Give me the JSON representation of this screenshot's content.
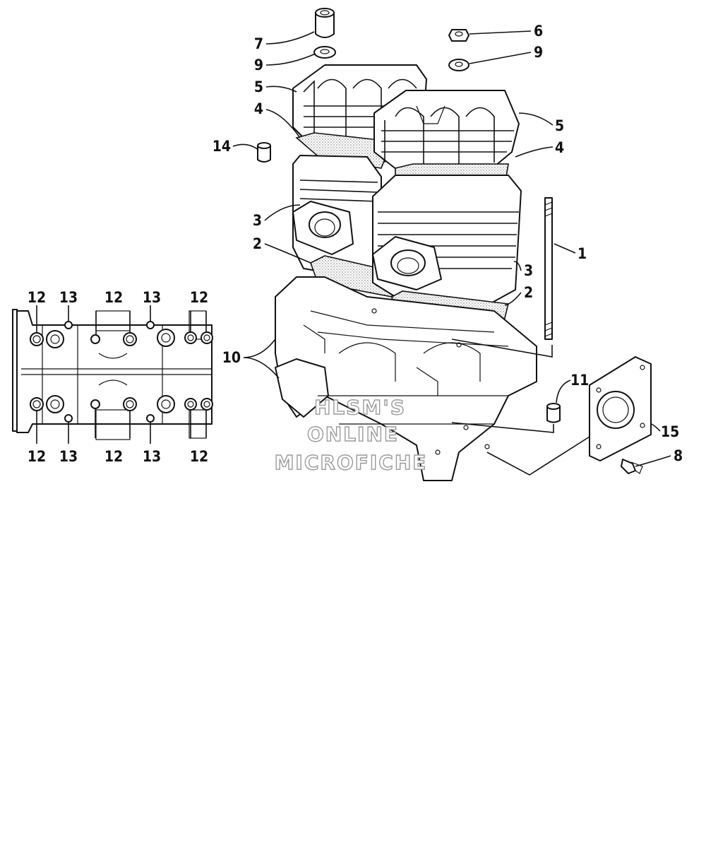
{
  "callouts": {
    "c1": "1",
    "c2a": "2",
    "c2b": "2",
    "c3a": "3",
    "c3b": "3",
    "c4a": "4",
    "c4b": "4",
    "c5a": "5",
    "c5b": "5",
    "c6": "6",
    "c7": "7",
    "c8": "8",
    "c9a": "9",
    "c9b": "9",
    "c10": "10",
    "c11": "11",
    "c14": "14",
    "c15": "15"
  },
  "inset_callouts": {
    "top": [
      "12",
      "13",
      "12",
      "13",
      "12"
    ],
    "bottom": [
      "12",
      "13",
      "12",
      "13",
      "12"
    ]
  },
  "watermark": [
    "HLSM'S",
    "ONLINE",
    "MICROFICHE"
  ]
}
